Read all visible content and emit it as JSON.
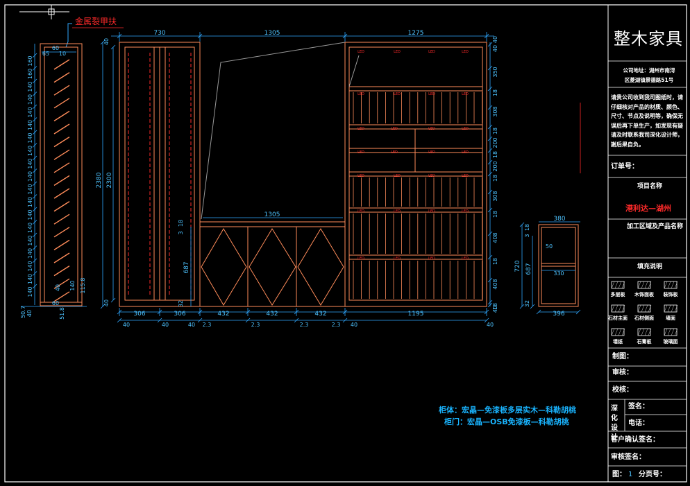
{
  "callout": {
    "label": "金属裂甲扶"
  },
  "dimensions": {
    "top": [
      "730",
      "1305",
      "1275"
    ],
    "top_small": [
      "40",
      "40"
    ],
    "right_col": [
      "40",
      "350",
      "18",
      "308",
      "18",
      "200",
      "18",
      "200",
      "18",
      "308",
      "18",
      "408",
      "18",
      "408",
      "18",
      "40"
    ],
    "left_heights": [
      "2380",
      "2300"
    ],
    "left_side": [
      "160",
      "160",
      "140",
      "140",
      "140",
      "140",
      "140",
      "140",
      "140",
      "140",
      "140",
      "140",
      "140",
      "140",
      "140",
      "140",
      "140",
      "140",
      "140"
    ],
    "left_side_top": [
      "65",
      "10",
      "60"
    ],
    "left_side_bottom": [
      "40",
      "140",
      "115.8",
      "60",
      "51.8",
      "50.7",
      "40"
    ],
    "mid_shelf": "1305",
    "mid_shelf_side": [
      "18",
      "3"
    ],
    "mid_height": "687",
    "mid_bottom_small": [
      "32"
    ],
    "bottom_row1": [
      "306",
      "306",
      "432",
      "432",
      "432",
      "1195"
    ],
    "bottom_row2": [
      "40",
      "40",
      "40",
      "2.3",
      "2.3",
      "2.3",
      "2.3",
      "40",
      "40"
    ],
    "left_bottom": "40",
    "small_cab": {
      "top": "380",
      "side": [
        "18",
        "3",
        "50"
      ],
      "height": [
        "720",
        "687"
      ],
      "mid": "330",
      "bottom": "396",
      "small": [
        "32"
      ]
    }
  },
  "led_label": "LED",
  "specs": {
    "line1": "柜体：宏晶—免漆板多层实木—科勒胡桃",
    "line2": "柜门：宏晶—OSB免漆板—科勒胡桃"
  },
  "title_block": {
    "company": "整木家具",
    "address_line1": "公司地址：湖州市南浔",
    "address_line2": "区菱湖镇景德路51号",
    "note": "请贵公司收到我司图纸时，请仔细核对产品的材质、颜色、尺寸、节点及说明等，确保无误后再下单生产，如发现有疑请及时联系我司深化设计师，謝后果自负。",
    "order_no_label": "订单号：",
    "project_label": "项目名称",
    "project_value": "港利达—湖州",
    "product_label": "加工区域及产品名称",
    "legend_title": "填充说明",
    "legend": [
      "多层板",
      "木饰面板",
      "装饰板",
      "石材主面",
      "石材侧面",
      "墙面",
      "墙纸",
      "石膏板",
      "玻璃面"
    ],
    "drawing_label": "制图：",
    "review_label": "审核：",
    "check_label": "校核：",
    "deepen_label": "深化设计",
    "name_label": "签名：",
    "phone_label": "电话：",
    "customer_label": "客户确认签名：",
    "approve_label": "审核签名：",
    "sheet_label": "图：",
    "sheet_value": "1",
    "page_label": "分页号："
  },
  "colors": {
    "cabinet": "#ff8c5a",
    "dimension": "#2fa8ff",
    "dim_text": "#4ec3ff",
    "led": "#ff2a2a",
    "hidden": "#ff2a2a",
    "frame": "#ffffff",
    "callout": "#ff2a2a",
    "spec": "#19b4ff"
  }
}
